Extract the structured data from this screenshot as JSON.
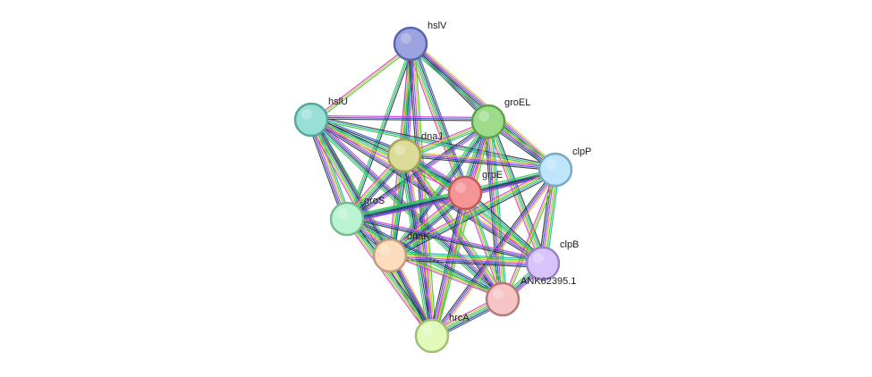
{
  "nodes": [
    {
      "id": "hslV",
      "label": "hslV",
      "color": "#9ba4e0",
      "stroke": "#5a63b0"
    },
    {
      "id": "hslU",
      "label": "hslU",
      "color": "#98e0d6",
      "stroke": "#55a79c"
    },
    {
      "id": "groEL",
      "label": "groEL",
      "color": "#9edc8b",
      "stroke": "#5ea24d"
    },
    {
      "id": "dnaJ",
      "label": "dnaJ",
      "color": "#dcdc98",
      "stroke": "#a3a35c"
    },
    {
      "id": "clpP",
      "label": "clpP",
      "color": "#bfe5fa",
      "stroke": "#78a9c7"
    },
    {
      "id": "grpE",
      "label": "grpE",
      "color": "#f59595",
      "stroke": "#c45757"
    },
    {
      "id": "groS",
      "label": "groS",
      "color": "#b9f5d2",
      "stroke": "#76bb92"
    },
    {
      "id": "dnaK",
      "label": "dnaK",
      "color": "#fcdcbd",
      "stroke": "#c19c78"
    },
    {
      "id": "clpB",
      "label": "clpB",
      "color": "#d8c4fb",
      "stroke": "#9a83c4"
    },
    {
      "id": "ANK62395.1",
      "label": "ANK62395.1",
      "color": "#f6c4c4",
      "stroke": "#b57979"
    },
    {
      "id": "hrcA",
      "label": "hrcA",
      "color": "#e2fab9",
      "stroke": "#a2bd74"
    }
  ],
  "edges": [
    [
      "hslV",
      "hslU"
    ],
    [
      "hslV",
      "groEL"
    ],
    [
      "hslV",
      "dnaJ"
    ],
    [
      "hslV",
      "grpE"
    ],
    [
      "hslV",
      "groS"
    ],
    [
      "hslV",
      "dnaK"
    ],
    [
      "hslV",
      "hrcA"
    ],
    [
      "hslV",
      "clpP"
    ],
    [
      "hslU",
      "groEL"
    ],
    [
      "hslU",
      "dnaJ"
    ],
    [
      "hslU",
      "grpE"
    ],
    [
      "hslU",
      "groS"
    ],
    [
      "hslU",
      "dnaK"
    ],
    [
      "hslU",
      "clpB"
    ],
    [
      "hslU",
      "ANK62395.1"
    ],
    [
      "hslU",
      "hrcA"
    ],
    [
      "hslU",
      "clpP"
    ],
    [
      "groEL",
      "dnaJ"
    ],
    [
      "groEL",
      "clpP"
    ],
    [
      "groEL",
      "grpE"
    ],
    [
      "groEL",
      "groS"
    ],
    [
      "groEL",
      "dnaK"
    ],
    [
      "groEL",
      "clpB"
    ],
    [
      "groEL",
      "ANK62395.1"
    ],
    [
      "groEL",
      "hrcA"
    ],
    [
      "dnaJ",
      "clpP"
    ],
    [
      "dnaJ",
      "grpE"
    ],
    [
      "dnaJ",
      "groS"
    ],
    [
      "dnaJ",
      "dnaK"
    ],
    [
      "dnaJ",
      "clpB"
    ],
    [
      "dnaJ",
      "ANK62395.1"
    ],
    [
      "dnaJ",
      "hrcA"
    ],
    [
      "clpP",
      "grpE"
    ],
    [
      "clpP",
      "groS"
    ],
    [
      "clpP",
      "dnaK"
    ],
    [
      "clpP",
      "clpB"
    ],
    [
      "clpP",
      "ANK62395.1"
    ],
    [
      "clpP",
      "hrcA"
    ],
    [
      "grpE",
      "groS"
    ],
    [
      "grpE",
      "dnaK"
    ],
    [
      "grpE",
      "clpB"
    ],
    [
      "grpE",
      "ANK62395.1"
    ],
    [
      "grpE",
      "hrcA"
    ],
    [
      "groS",
      "dnaK"
    ],
    [
      "groS",
      "clpB"
    ],
    [
      "groS",
      "ANK62395.1"
    ],
    [
      "groS",
      "hrcA"
    ],
    [
      "dnaK",
      "clpB"
    ],
    [
      "dnaK",
      "ANK62395.1"
    ],
    [
      "dnaK",
      "hrcA"
    ],
    [
      "clpB",
      "ANK62395.1"
    ],
    [
      "ANK62395.1",
      "hrcA"
    ]
  ],
  "edge_colors": [
    "#3cc83c",
    "#c8c832",
    "#d23cd2",
    "#3250d2",
    "#333333",
    "#20b0b0"
  ]
}
